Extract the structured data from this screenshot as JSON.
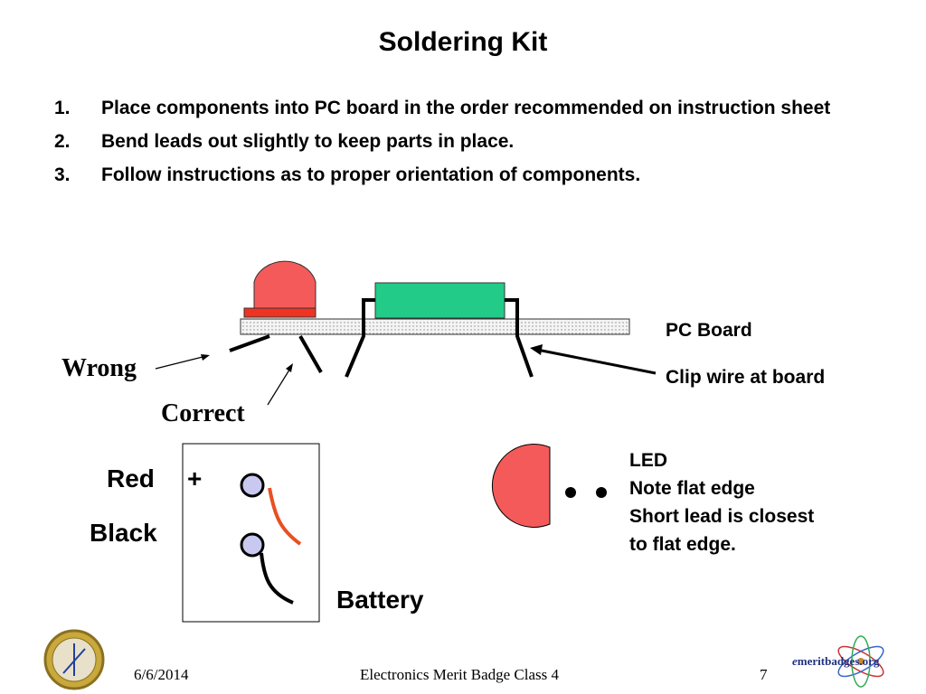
{
  "slide": {
    "title": "Soldering Kit",
    "steps": [
      {
        "num": "1.",
        "text": "Place components into PC board in the order recommended on instruction sheet"
      },
      {
        "num": "2.",
        "text": "Bend leads out slightly to keep parts in place."
      },
      {
        "num": "3.",
        "text": "Follow instructions as to proper orientation of components."
      }
    ]
  },
  "diagram": {
    "pc_board_label": "PC Board",
    "clip_label": "Clip wire at board",
    "wrong_label": "Wrong",
    "correct_label": "Correct",
    "red_label": "Red",
    "plus_label": "+",
    "black_label": "Black",
    "battery_label": "Battery",
    "led_lines": [
      "LED",
      "Note flat edge",
      "Short lead is closest",
      "to flat edge."
    ],
    "colors": {
      "led_red": "#f55a5a",
      "led_base": "#ee3322",
      "resistor_green": "#22cc88",
      "terminal_fill": "#c8c8f0",
      "red_wire": "#e85020",
      "board_fill": "#f4f4f4"
    }
  },
  "footer": {
    "date": "6/6/2014",
    "center": "Electronics Merit Badge Class 4",
    "page": "7",
    "logo_text": "meritbadges.org",
    "logo_prefix": "e",
    "badge": "electronics-merit-badge-icon"
  }
}
